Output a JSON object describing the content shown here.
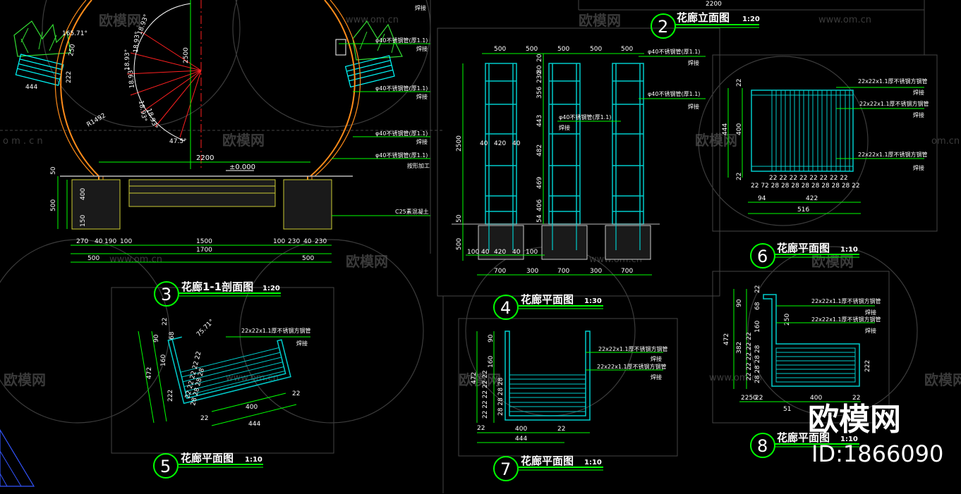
{
  "brand": {
    "logo_text": "欧模网",
    "id_text": "ID:1866090"
  },
  "watermark": {
    "text": "欧模网",
    "url": "www.om.cn",
    "url_short": "om.cn",
    "url_left": "o m . c n"
  },
  "drawing3": {
    "number": "3",
    "title": "花廊1-1剖面图",
    "scale": "1:20",
    "angles": [
      "165.71°",
      "18.93°",
      "18.93°",
      "18.93°",
      "18.93°",
      "18.93°",
      "18.93°",
      "47.5°"
    ],
    "radius": "R1492",
    "dim_2500": "2500",
    "dim_444": "444",
    "dim_250": "250",
    "dim_222": "222",
    "dim_2200_top": "2200",
    "dim_2200": "2200",
    "level": "±0.000",
    "left_dims": [
      "50",
      "400",
      "500",
      "150"
    ],
    "bottom_dims_1": [
      "270",
      "40",
      "190",
      "100",
      "1500",
      "100",
      "230",
      "40",
      "230"
    ],
    "bottom_dims_2": [
      "1700"
    ],
    "bottom_dims_3": [
      "500",
      "500"
    ],
    "notes": [
      {
        "label": "φ40不锈钢管(厚1.1)",
        "sub": "焊接"
      },
      {
        "label": "φ40不锈钢管(厚1.1)",
        "sub": "焊接"
      },
      {
        "label": "φ40不锈钢管(厚1.1)",
        "sub": "焊接"
      },
      {
        "label": "φ40不锈钢管(厚1.1)",
        "sub": "按形加工"
      }
    ],
    "top_note_sub": "焊接",
    "concrete": "C25素混凝土"
  },
  "drawing2": {
    "number": "2",
    "title": "花廊立面图",
    "scale": "1:20",
    "top_dim": "2200"
  },
  "drawing4": {
    "number": "4",
    "title": "花廊平面图",
    "scale": "1:30",
    "top_dims": [
      "500",
      "500",
      "500",
      "500",
      "500"
    ],
    "vert_dims": [
      "20",
      "80",
      "230",
      "356",
      "443",
      "482",
      "469",
      "406",
      "54"
    ],
    "left_total": "2500",
    "left_50": "50",
    "left_500": "500",
    "mid_dims": [
      "40",
      "420",
      "40"
    ],
    "foot_dims": [
      "100",
      "40",
      "420",
      "40",
      "100"
    ],
    "bottom_dims": [
      "700",
      "300",
      "700",
      "300",
      "700"
    ],
    "notes": [
      {
        "label": "φ40不锈钢管(厚1.1)",
        "sub": "焊接"
      },
      {
        "label": "φ40不锈钢管(厚1.1)",
        "sub": "焊接"
      },
      {
        "label": "φ40不锈钢管(厚1.1)",
        "sub": "焊接"
      }
    ]
  },
  "drawing6": {
    "number": "6",
    "title": "花廊平面图",
    "scale": "1:10",
    "left_dims": [
      "22",
      "444",
      "400",
      "22"
    ],
    "slat_dims": "22 22 22 22 22 22 22 22",
    "gap_dims": "22 72 28 28 28 28 28 28 28 28 22",
    "dim_94": "94",
    "dim_422": "422",
    "dim_516": "516",
    "notes": [
      {
        "label": "22x22x1.1厚不锈钢方钢管",
        "sub": "焊接"
      },
      {
        "label": "22x22x1.1厚不锈钢方钢管",
        "sub": "焊接"
      },
      {
        "label": "22x22x1.1厚不锈钢方钢管",
        "sub": "焊接"
      }
    ]
  },
  "drawing5": {
    "number": "5",
    "title": "花廊平面图",
    "scale": "1:10",
    "angle": "75.71°",
    "left_dims": [
      "22",
      "68",
      "90",
      "160",
      "472",
      "222",
      "22"
    ],
    "slat_dims": "22 22 22 22 22",
    "gap_dims": "28 28 28 28",
    "dim_400": "400",
    "dim_22": "22",
    "dim_444": "444",
    "notes": [
      {
        "label": "22x22x1.1厚不锈钢方钢管",
        "sub": "焊接"
      }
    ]
  },
  "drawing7": {
    "number": "7",
    "title": "花廊平面图",
    "scale": "1:10",
    "left_dims": [
      "90",
      "160",
      "472",
      "22"
    ],
    "slat_dims": "22 22 22 22 22",
    "gap_dims": "28 28 28 28",
    "dim_400": "400",
    "dim_22": "22",
    "dim_444": "444",
    "notes": [
      {
        "label": "22x22x1.1厚不锈钢方钢管",
        "sub": "焊接"
      },
      {
        "label": "22x22x1.1厚不锈钢方钢管",
        "sub": "焊接"
      }
    ]
  },
  "drawing8": {
    "number": "8",
    "title": "花廊平面图",
    "scale": "1:10",
    "left_dims": [
      "22",
      "68",
      "90",
      "160",
      "472",
      "382",
      "22"
    ],
    "dim_250": "250",
    "dim_222": "222",
    "slat_dims": "22 22 22 22 22",
    "gap_dims": "28 28 28 28",
    "dim_2250": "2250",
    "dim_22": "22",
    "dim_400": "400",
    "dim_22b": "22",
    "dim_51": "51",
    "notes": [
      {
        "label": "22x22x1.1厚不锈钢方钢管",
        "sub": "焊接"
      },
      {
        "label": "22x22x1.1厚不锈钢方钢管",
        "sub": "焊接"
      }
    ]
  },
  "colors": {
    "dim_green": "#00ff00",
    "structure_cyan": "#00ffff",
    "arch_orange": "#ff8c1a",
    "radial_red": "#ff2020",
    "frame_gray": "#555555",
    "background": "#000000"
  }
}
